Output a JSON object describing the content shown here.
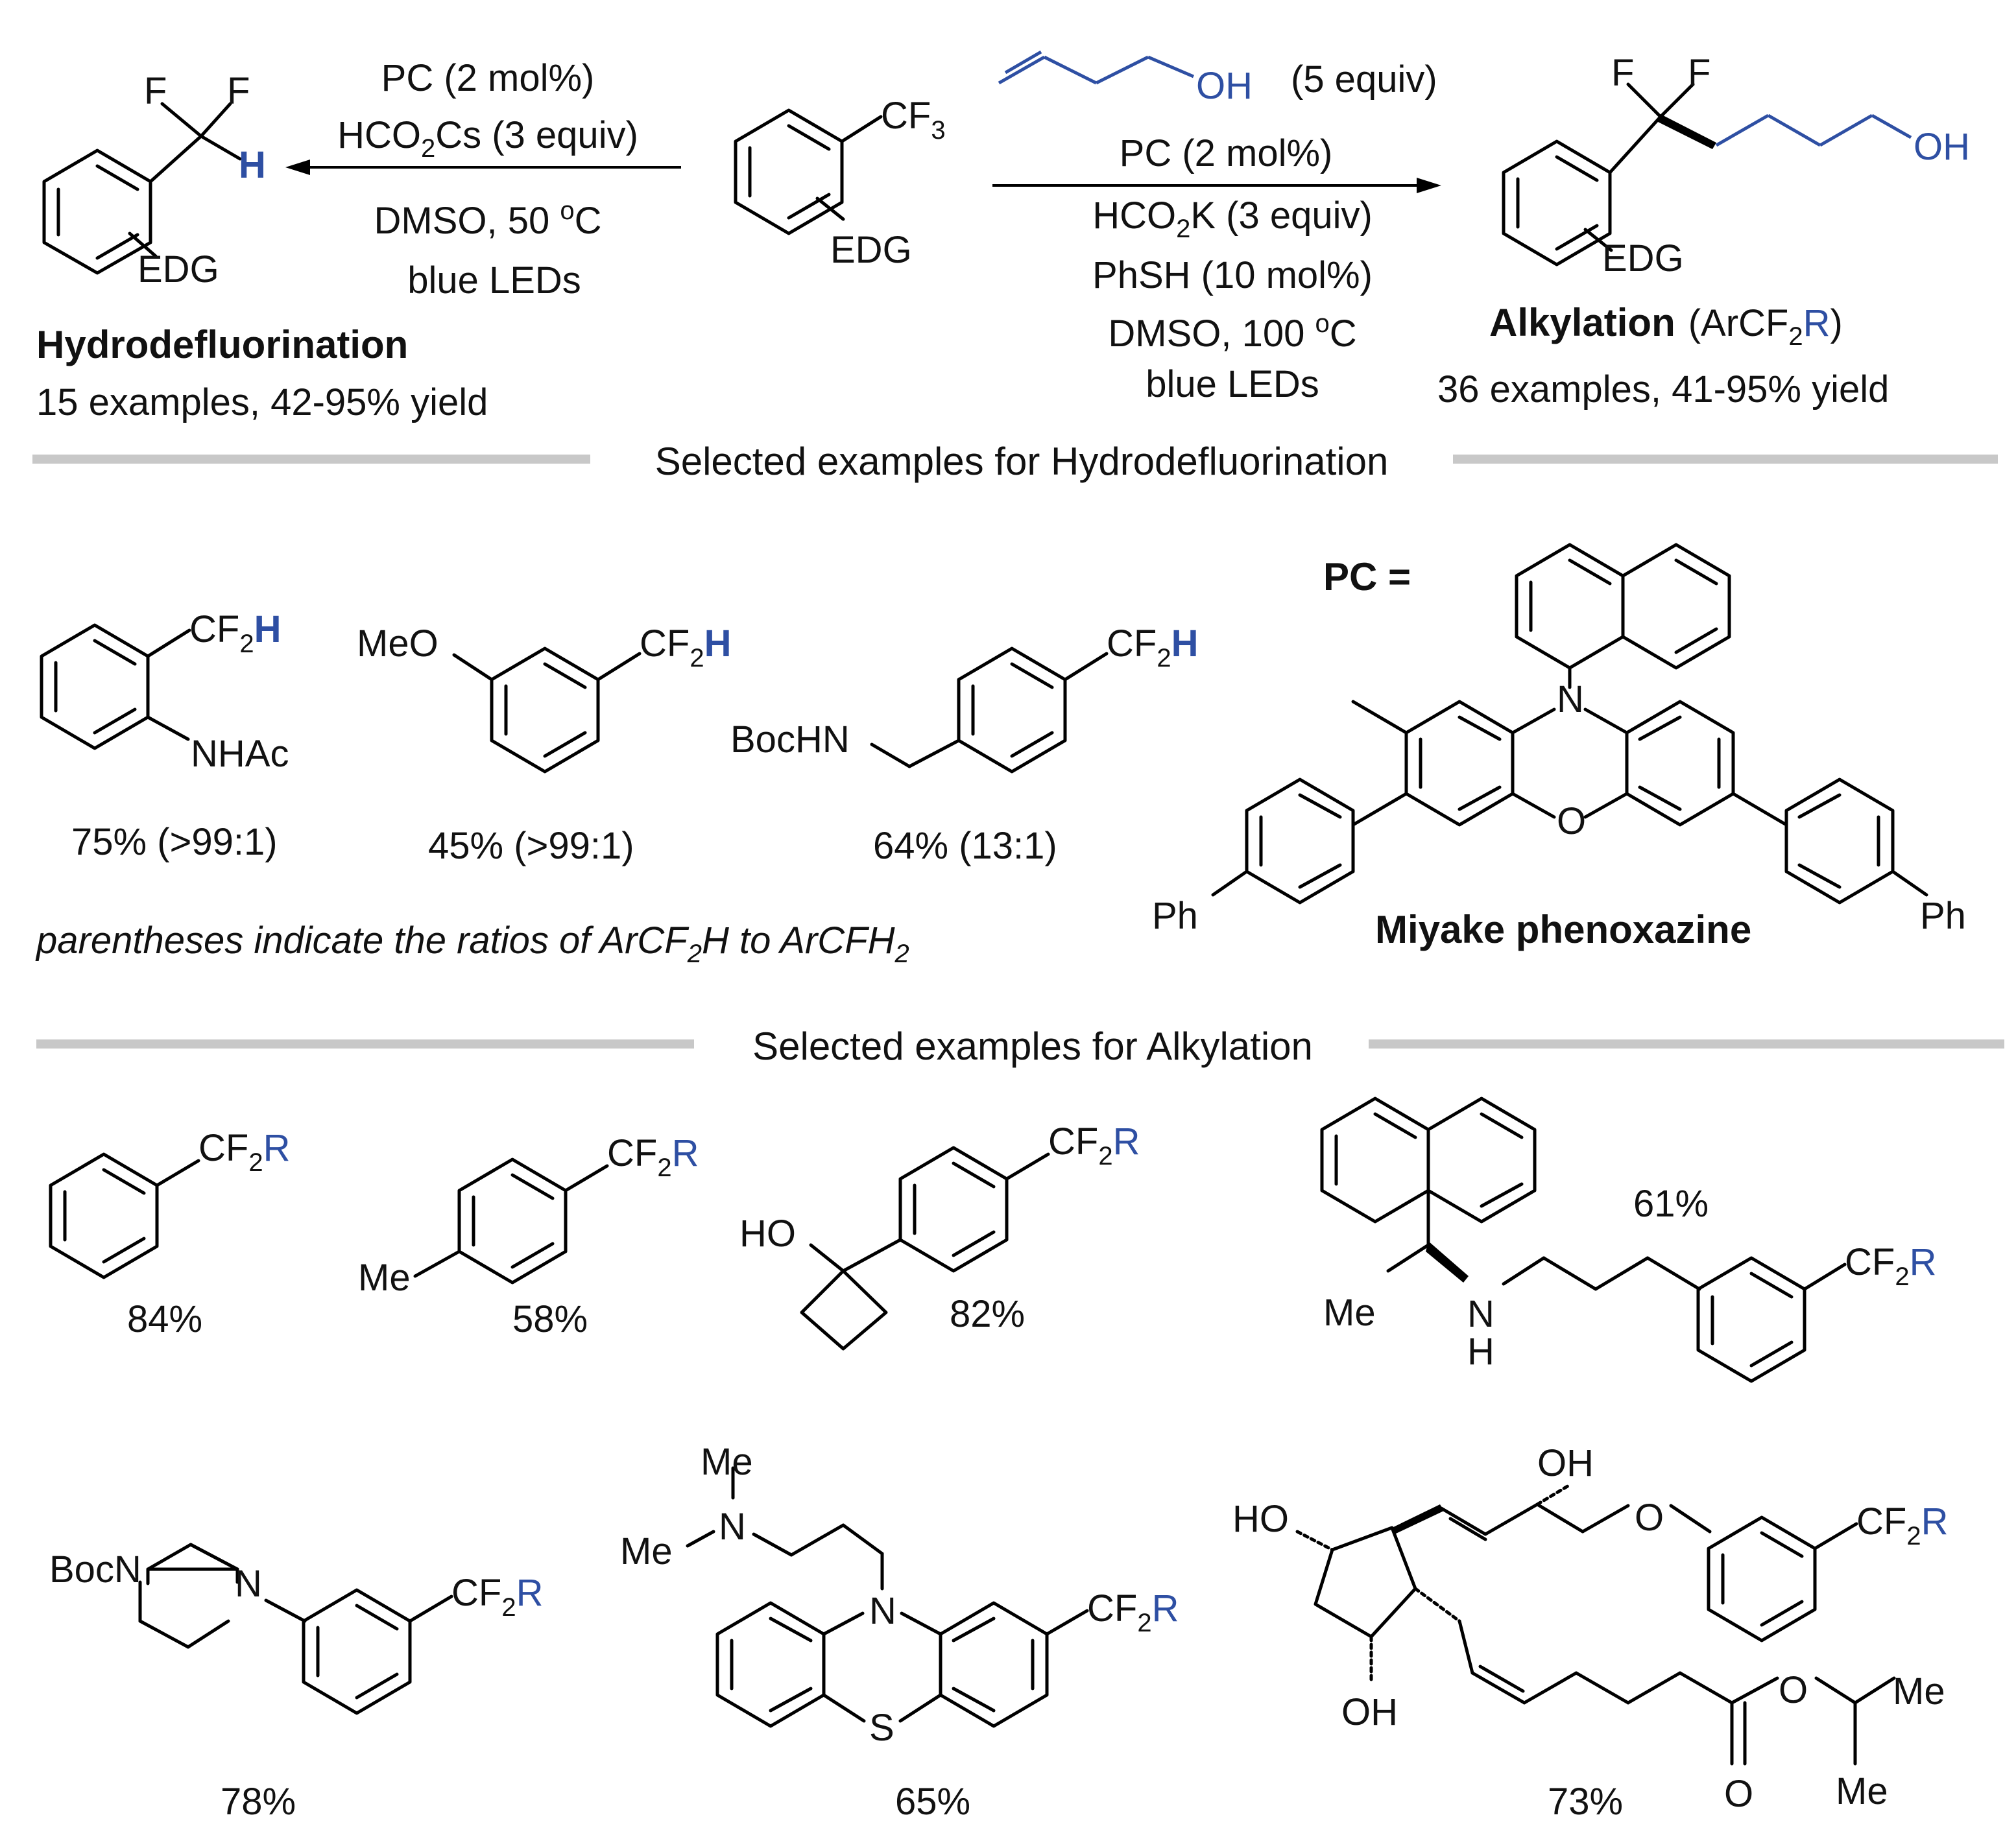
{
  "colors": {
    "accent_blue": "#2e4fa3",
    "separator": "#c8c8c8",
    "text": "#111111"
  },
  "top": {
    "left_product": {
      "f1": "F",
      "f2": "F",
      "h": "H",
      "edg": "EDG"
    },
    "left_arrow": {
      "above1": "PC (2 mol%)",
      "above2": "HCO",
      "above2_sub": "2",
      "above2_tail": "Cs (3 equiv)",
      "below1": "DMSO, 50 ",
      "below1_sup": "o",
      "below1_tail": "C",
      "below2": "blue LEDs"
    },
    "hdf_title": "Hydrodefluorination",
    "hdf_summary": "15 examples, 42-95% yield",
    "substrate": {
      "cf3": "CF",
      "cf3_sub": "3",
      "edg": "EDG"
    },
    "reagent": {
      "oh": "OH",
      "equiv": "(5 equiv)"
    },
    "right_arrow": {
      "below1": "PC (2 mol%)",
      "below2": "HCO",
      "below2_sub": "2",
      "below2_tail": "K (3 equiv)",
      "below3": "PhSH (10 mol%)",
      "below4": "DMSO, 100 ",
      "below4_sup": "o",
      "below4_tail": "C",
      "below5": "blue LEDs"
    },
    "right_product": {
      "f1": "F",
      "f2": "F",
      "oh": "OH",
      "edg": "EDG"
    },
    "alk_title": "Alkylation",
    "alk_formula": "(ArCF",
    "alk_formula_sub": "2",
    "alk_formula_r": "R",
    "alk_formula_close": ")",
    "alk_summary": "36 examples, 41-95% yield"
  },
  "section1_title": "Selected examples for Hydrodefluorination",
  "hdf_examples": [
    {
      "group": "CF",
      "sub": "2",
      "h": "H",
      "sub2": "NHAc",
      "yield": "75% (>99:1)"
    },
    {
      "group": "CF",
      "sub": "2",
      "h": "H",
      "sub2": "MeO",
      "yield": "45% (>99:1)"
    },
    {
      "group": "CF",
      "sub": "2",
      "h": "H",
      "sub2": "BocHN",
      "yield": "64% (13:1)"
    }
  ],
  "ratio_note": {
    "a": "parentheses indicate the ratios of ArCF",
    "a_sub": "2",
    "b": "H to ArCFH",
    "b_sub": "2"
  },
  "pc": {
    "label": "PC =",
    "n": "N",
    "o": "O",
    "ph_left": "Ph",
    "ph_right": "Ph",
    "name": "Miyake phenoxazine"
  },
  "section2_title": "Selected examples for Alkylation",
  "alk_examples": [
    {
      "group": "CF",
      "sub": "2",
      "r": "R",
      "yield": "84%"
    },
    {
      "group": "CF",
      "sub": "2",
      "r": "R",
      "me": "Me",
      "yield": "58%"
    },
    {
      "group": "CF",
      "sub": "2",
      "r": "R",
      "ho": "HO",
      "yield": "82%"
    },
    {
      "group": "CF",
      "sub": "2",
      "r": "R",
      "me": "Me",
      "n": "N",
      "h": "H",
      "yield": "61%"
    },
    {
      "group": "CF",
      "sub": "2",
      "r": "R",
      "boc": "BocN",
      "n": "N",
      "yield": "78%"
    },
    {
      "group": "CF",
      "sub": "2",
      "r": "R",
      "me1": "Me",
      "n": "N",
      "me2": "Me",
      "n2": "N",
      "s": "S",
      "yield": "65%"
    },
    {
      "group": "CF",
      "sub": "2",
      "r": "R",
      "ho": "HO",
      "oh_top": "OH",
      "o_ether": "O",
      "oh_bottom": "OH",
      "o_ester": "O",
      "carbonyl_o": "O",
      "me1": "Me",
      "me2": "Me",
      "yield": "73%"
    }
  ]
}
